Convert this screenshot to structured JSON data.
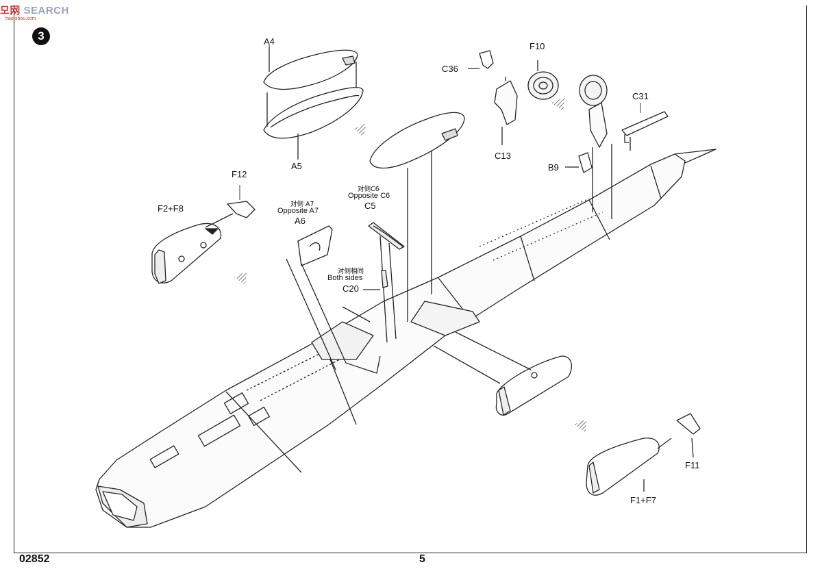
{
  "watermark": {
    "prefix": "모",
    "middle": "网",
    "text": "SEARCH",
    "sub": "hao-shou.com"
  },
  "step_number": "3",
  "labels": {
    "a4": "A4",
    "a5": "A5",
    "f10": "F10",
    "c36": "C36",
    "c13": "C13",
    "c31": "C31",
    "b9": "B9",
    "f12": "F12",
    "f2f8": "F2+F8",
    "opp_a7_cn": "对侧 A7",
    "opp_a7": "Opposite A7",
    "a6": "A6",
    "opp_c6_cn": "对侧C6",
    "opp_c6": "Opposite C6",
    "c5": "C5",
    "both_cn": "对侧相同",
    "both": "Both sides",
    "c20": "C20",
    "f11": "F11",
    "f1f7": "F1+F7"
  },
  "footer": {
    "kit_number": "02852",
    "page_number": "5"
  }
}
